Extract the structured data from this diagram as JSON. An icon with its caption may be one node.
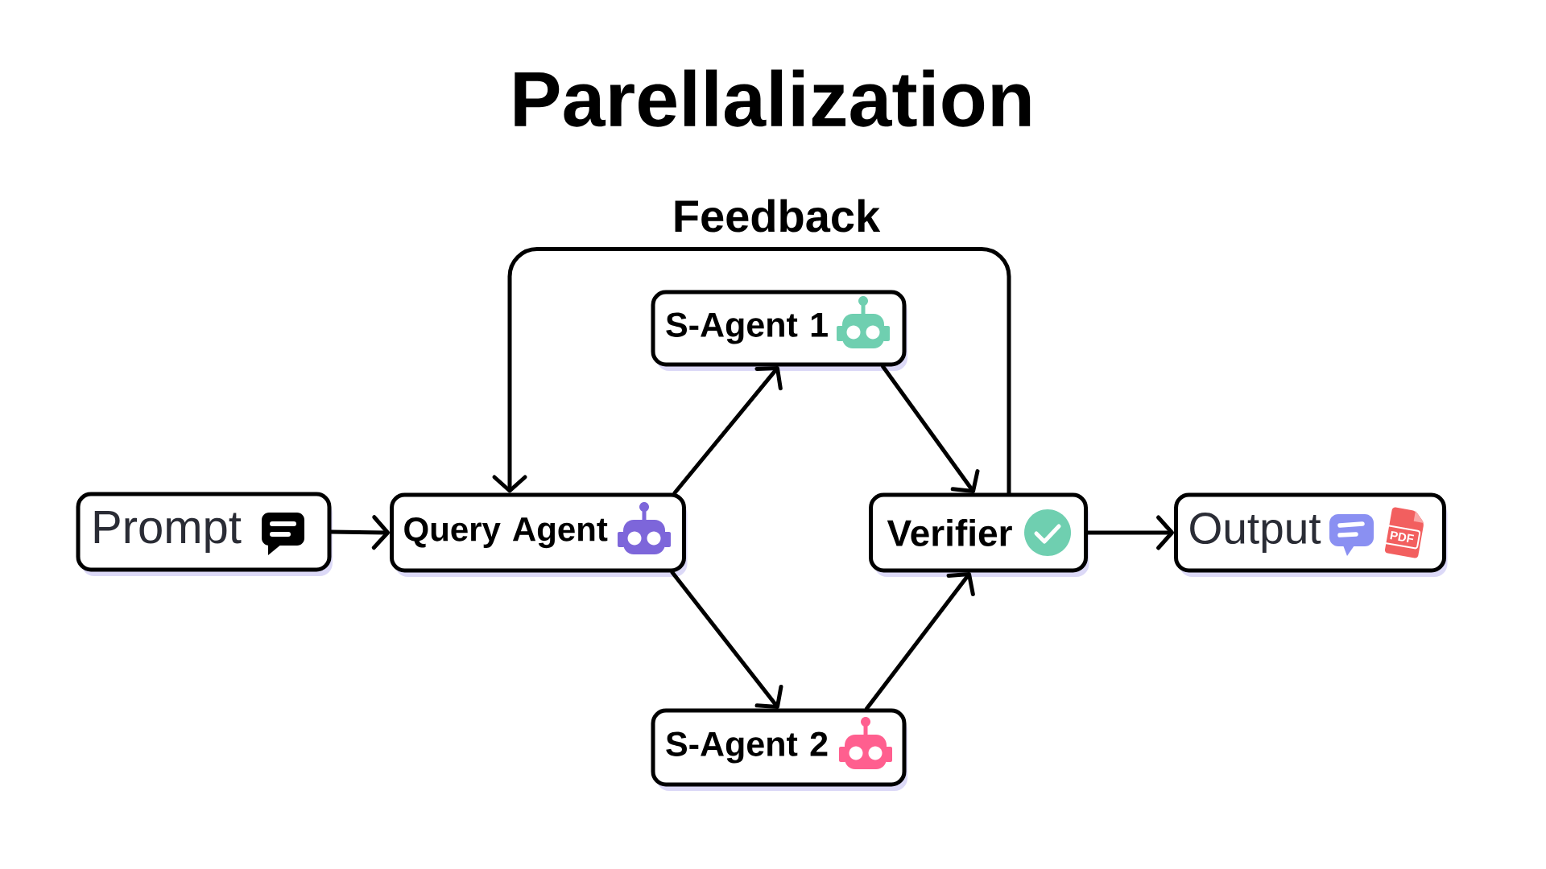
{
  "diagram": {
    "title": "Parellalization",
    "nodes": [
      {
        "text": [
          "Prompt"
        ]
      },
      {
        "text": [
          "Query Agent"
        ]
      },
      {
        "text": [
          "S-Agent 1"
        ]
      },
      {
        "text": [
          "S-Agent 2"
        ]
      },
      {
        "text": [
          "Verifier"
        ]
      },
      {
        "text": [
          "Output"
        ]
      }
    ],
    "edges": [
      {
        "from": 0,
        "to": 1,
        "arrow": "to"
      },
      {
        "from": 1,
        "to": 2,
        "arrow": "to"
      },
      {
        "from": 1,
        "to": 3,
        "arrow": "to"
      },
      {
        "from": 2,
        "to": 4,
        "arrow": "to"
      },
      {
        "from": 3,
        "to": 4,
        "arrow": "to"
      },
      {
        "from": 4,
        "to": 5,
        "arrow": "to"
      },
      {
        "from": 4,
        "to": 1,
        "arrow": "to",
        "label": "Feedback"
      }
    ],
    "labels": [
      "PDF"
    ]
  }
}
